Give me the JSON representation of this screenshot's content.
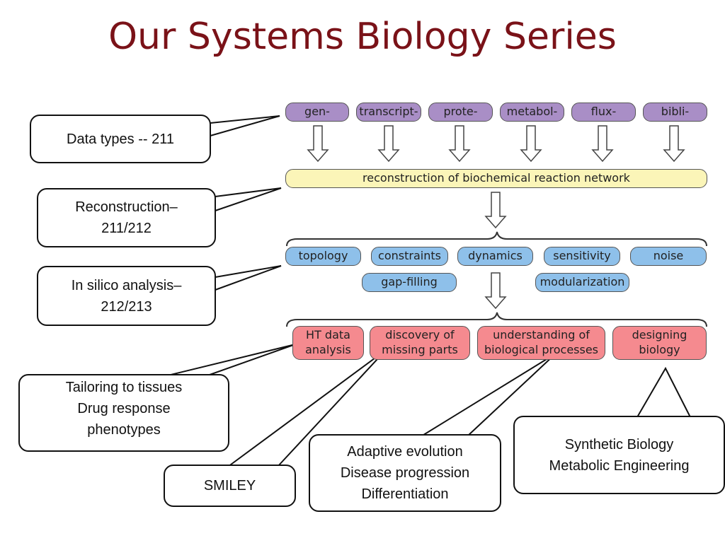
{
  "title": "Our Systems Biology Series",
  "diagram": {
    "data_types": [
      "gen-",
      "transcript-",
      "prote-",
      "metabol-",
      "flux-",
      "bibli-"
    ],
    "reconstruction": "reconstruction of biochemical reaction network",
    "analysis_row1": [
      "topology",
      "constraints",
      "dynamics",
      "sensitivity",
      "noise"
    ],
    "analysis_row2": [
      "gap-filling",
      "modularization"
    ],
    "applications": [
      "HT data\nanalysis",
      "discovery of\nmissing parts",
      "understanding of\nbiological processes",
      "designing\nbiology"
    ]
  },
  "callouts": {
    "data_types": "Data types -- 211",
    "reconstruction": "Reconstruction–\n211/212",
    "in_silico": "In silico analysis–\n212/213",
    "tailoring": "Tailoring to tissues\nDrug response\nphenotypes",
    "smiley": "SMILEY",
    "adaptive": "Adaptive evolution\nDisease progression\nDifferentiation",
    "synthetic": "Synthetic Biology\nMetabolic Engineering"
  },
  "colors": {
    "title": "#7a1218",
    "data_type_fill": "#a98ec6",
    "reconstruction_fill": "#fbf5b8",
    "analysis_fill": "#8ec0ea",
    "application_fill": "#f58a8f"
  }
}
